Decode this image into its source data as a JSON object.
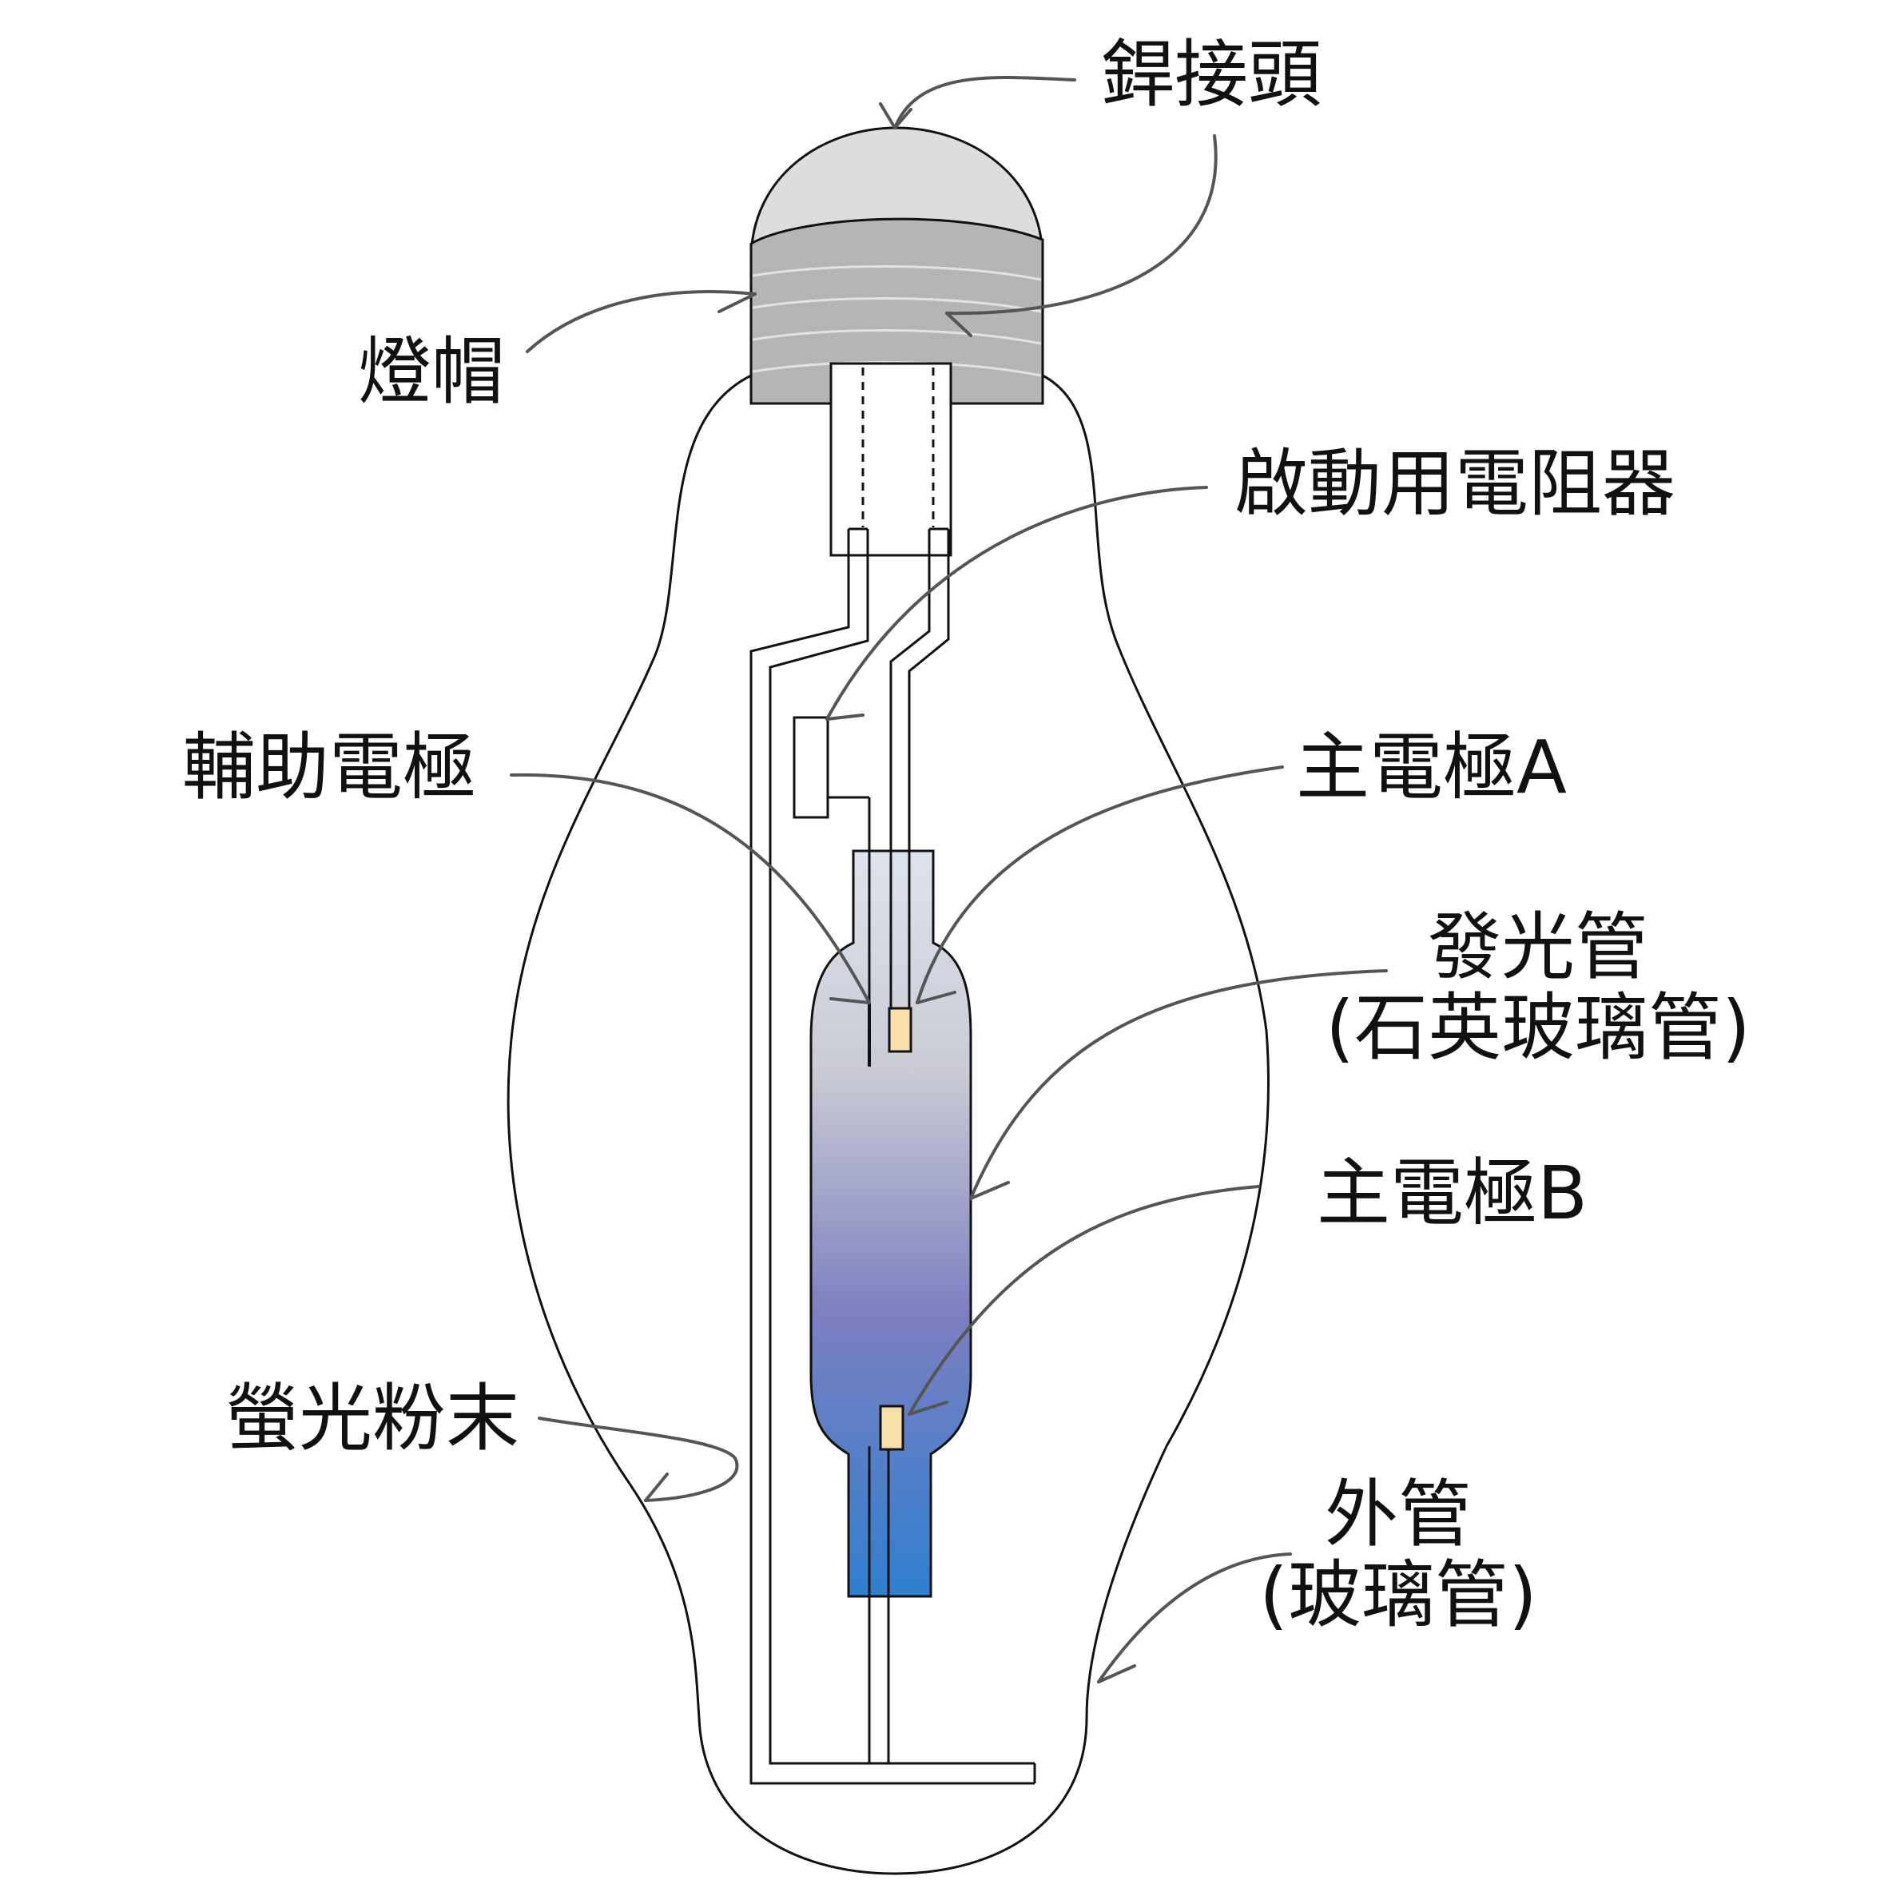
{
  "labels": {
    "solder_joint": "銲接頭",
    "lamp_cap": "燈帽",
    "start_resistor": "啟動用電阻器",
    "aux_electrode": "輔助電極",
    "main_electrode_a": "主電極A",
    "arc_tube_line1": "發光管",
    "arc_tube_line2": "(石英玻璃管)",
    "main_electrode_b": "主電極B",
    "phosphor": "螢光粉末",
    "outer_bulb_line1": "外管",
    "outer_bulb_line2": "(玻璃管)"
  },
  "colors": {
    "outline": "#111111",
    "leader": "#555555",
    "cap_dome": "#dddddd",
    "cap_band": "#b5b5b5",
    "electrode_fill": "#f7dfaa",
    "arc_tube_top": "#dde3ee",
    "arc_tube_mid": "#7c7fc0",
    "arc_tube_bottom": "#2f7fcf"
  }
}
